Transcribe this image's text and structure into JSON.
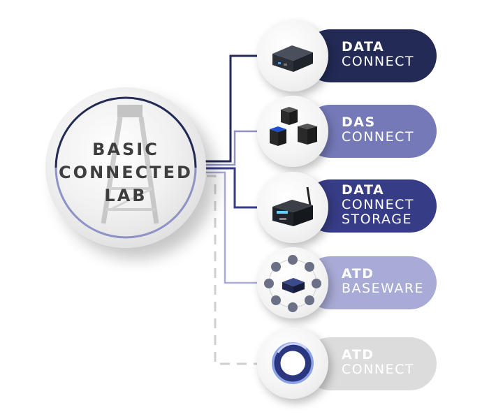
{
  "hub": {
    "line1": "BASIC",
    "line2": "CONNECTED",
    "line3": "LAB"
  },
  "nodes": [
    {
      "line1": "DATA",
      "line2": "CONNECT",
      "line3": "",
      "pill_color": "#232a55",
      "icon": "data-connect-device-icon",
      "status": "active"
    },
    {
      "line1": "DAS",
      "line2": "CONNECT",
      "line3": "",
      "pill_color": "#7579b7",
      "icon": "das-modules-icon",
      "status": "active"
    },
    {
      "line1": "DATA",
      "line2": "CONNECT",
      "line3": "STORAGE",
      "pill_color": "#373c86",
      "icon": "storage-router-icon",
      "status": "active"
    },
    {
      "line1": "ATD",
      "line2": "BASEWARE",
      "line3": "",
      "pill_color": "#a8abd6",
      "icon": "baseware-apps-icon",
      "status": "active"
    },
    {
      "line1": "ATD",
      "line2": "CONNECT",
      "line3": "",
      "pill_color": "#dcdcdc",
      "icon": "atd-connect-logo-icon",
      "status": "optional"
    }
  ],
  "colors": {
    "navy": "#232a55",
    "line_light": "#8e92c6",
    "dashed": "#cfcfcf"
  }
}
